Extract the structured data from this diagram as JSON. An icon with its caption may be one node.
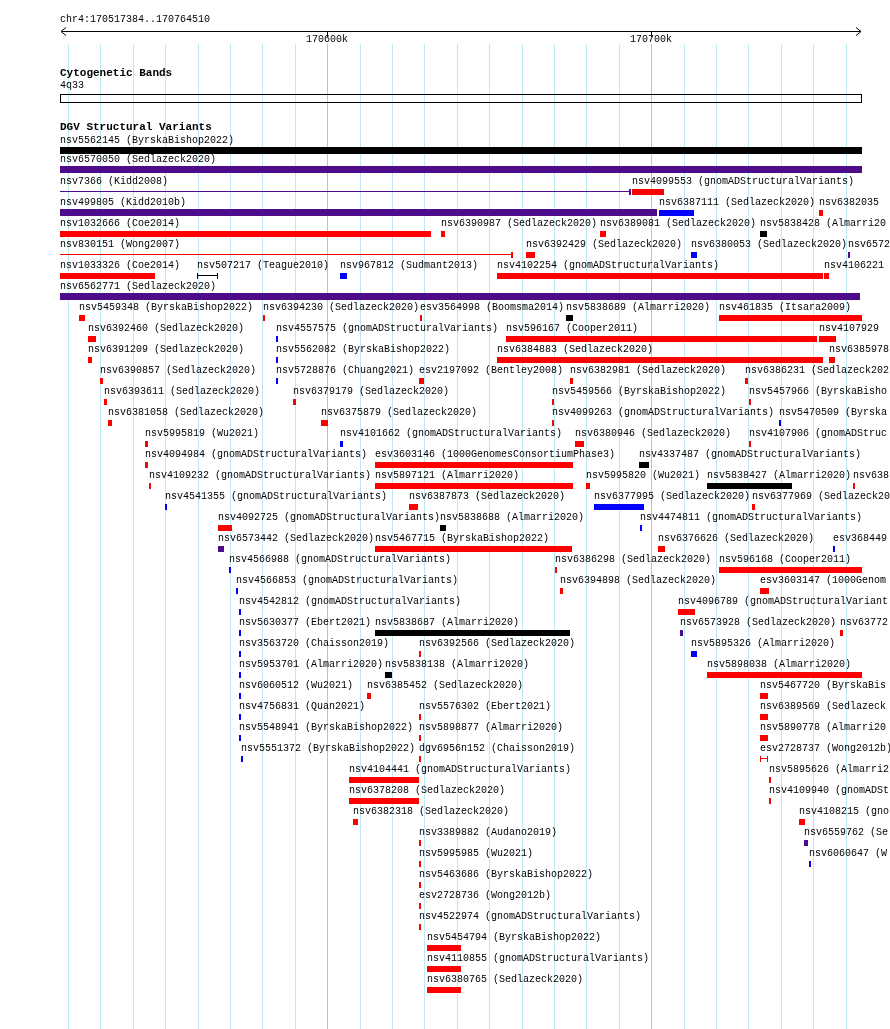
{
  "diagram": {
    "labels": [
      "chr4:170517384..170764510",
      "170600k",
      "170700k",
      "Cytogenetic Bands",
      "4q33",
      "DGV Structural Variants",
      "nsv5562145 (ByrskaBishop2022)",
      "nsv6570050 (Sedlazeck2020)",
      "nsv7366 (Kidd2008)",
      "nsv4099553 (gnomADStructuralVariants)",
      "nsv499805 (Kidd2010b)",
      "nsv6387111 (Sedlazeck2020)",
      "nsv6382035",
      "nsv1032666 (Coe2014)",
      "nsv6390987 (Sedlazeck2020)",
      "nsv6389081 (Sedlazeck2020)",
      "nsv5838428 (Almarri20",
      "nsv830151 (Wong2007)",
      "nsv6392429 (Sedlazeck2020)",
      "nsv6380053 (Sedlazeck2020)",
      "nsv6572",
      "nsv1033326 (Coe2014)",
      "nsv507217 (Teague2010)",
      "nsv967812 (Sudmant2013)",
      "nsv4102254 (gnomADStructuralVariants)",
      "nsv4106221",
      "nsv6562771 (Sedlazeck2020)",
      "nsv5459348 (ByrskaBishop2022)",
      "nsv6394230 (Sedlazeck2020)",
      "esv3564998 (Boomsma2014)",
      "nsv5838689 (Almarri2020)",
      "nsv461835 (Itsara2009)",
      "nsv6392460 (Sedlazeck2020)",
      "nsv4557575 (gnomADStructuralVariants)",
      "nsv596167 (Cooper2011)",
      "nsv4107929",
      "nsv6391209 (Sedlazeck2020)",
      "nsv5562082 (ByrskaBishop2022)",
      "nsv6384883 (Sedlazeck2020)",
      "nsv6385978",
      "nsv6390857 (Sedlazeck2020)",
      "nsv5728876 (Chuang2021)",
      "esv2197092 (Bentley2008)",
      "nsv6382981 (Sedlazeck2020)",
      "nsv6386231 (Sedlazeck202",
      "nsv6393611 (Sedlazeck2020)",
      "nsv6379179 (Sedlazeck2020)",
      "nsv5459566 (ByrskaBishop2022)",
      "nsv5457966 (ByrskaBisho",
      "nsv6381058 (Sedlazeck2020)",
      "nsv6375879 (Sedlazeck2020)",
      "nsv4099263 (gnomADStructuralVariants)",
      "nsv5470509 (Byrska",
      "nsv5995819 (Wu2021)",
      "nsv4101662 (gnomADStructuralVariants)",
      "nsv6380946 (Sedlazeck2020)",
      "nsv4107906 (gnomADStruc",
      "nsv4094984 (gnomADStructuralVariants)",
      "esv3603146 (1000GenomesConsortiumPhase3)",
      "nsv4337487 (gnomADStructuralVariants)",
      "nsv4109232 (gnomADStructuralVariants)",
      "nsv5897121 (Almarri2020)",
      "nsv5995820 (Wu2021)",
      "nsv5838427 (Almarri2020)",
      "nsv638",
      "nsv4541355 (gnomADStructuralVariants)",
      "nsv6387873 (Sedlazeck2020)",
      "nsv6377995 (Sedlazeck2020)",
      "nsv6377969 (Sedlazeck20",
      "nsv4092725 (gnomADStructuralVariants)",
      "nsv5838688 (Almarri2020)",
      "nsv4474811 (gnomADStructuralVariants)",
      "nsv6573442 (Sedlazeck2020)",
      "nsv5467715 (ByrskaBishop2022)",
      "nsv6376626 (Sedlazeck2020)",
      "esv368449",
      "nsv4566988 (gnomADStructuralVariants)",
      "nsv6386298 (Sedlazeck2020)",
      "nsv596168 (Cooper2011)",
      "nsv4566853 (gnomADStructuralVariants)",
      "nsv6394898 (Sedlazeck2020)",
      "esv3603147 (1000Genom",
      "nsv4542812 (gnomADStructuralVariants)",
      "nsv4096789 (gnomADStructuralVariant",
      "nsv5630377 (Ebert2021)",
      "nsv5838687 (Almarri2020)",
      "nsv6573928 (Sedlazeck2020)",
      "nsv63772",
      "nsv3563720 (Chaisson2019)",
      "nsv6392566 (Sedlazeck2020)",
      "nsv5895326 (Almarri2020)",
      "nsv5953701 (Almarri2020)",
      "nsv5838138 (Almarri2020)",
      "nsv5898038 (Almarri2020)",
      "nsv6060512 (Wu2021)",
      "nsv6385452 (Sedlazeck2020)",
      "nsv5467720 (ByrskaBis",
      "nsv4756831 (Quan2021)",
      "nsv5576302 (Ebert2021)",
      "nsv6389569 (Sedlazeck",
      "nsv5548941 (ByrskaBishop2022)",
      "nsv5898877 (Almarri2020)",
      "nsv5890778 (Almarri20",
      "nsv5551372 (ByrskaBishop2022)",
      "dgv6956n152 (Chaisson2019)",
      "esv2728737 (Wong2012b)",
      "nsv4104441 (gnomADStructuralVariants)",
      "nsv5895626 (Almarri2",
      "nsv6378208 (Sedlazeck2020)",
      "nsv4109940 (gnomADSt",
      "nsv6382318 (Sedlazeck2020)",
      "nsv4108215 (gno",
      "nsv3389882 (Audano2019)",
      "nsv6559762 (Se",
      "nsv5995985 (Wu2021)",
      "nsv6060647 (W",
      "nsv5463686 (ByrskaBishop2022)",
      "esv2728736 (Wong2012b)",
      "nsv4522974 (gnomADStructuralVariants)",
      "nsv5454794 (ByrskaBishop2022)",
      "nsv4110855 (gnomADStructuralVariants)",
      "nsv6380765 (Sedlazeck2020)"
    ]
  }
}
